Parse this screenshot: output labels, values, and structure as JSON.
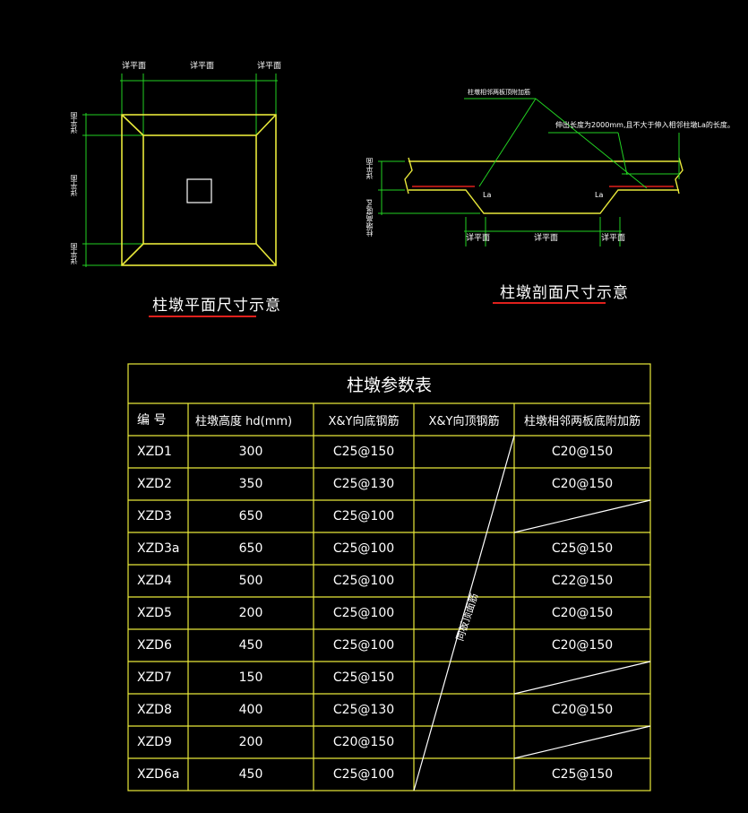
{
  "plan": {
    "caption": "柱墩平面尺寸示意",
    "top_labels": [
      "详平面",
      "详平面",
      "详平面"
    ],
    "left_labels": [
      "详平面",
      "详平面",
      "详平面"
    ]
  },
  "section": {
    "caption": "柱墩剖面尺寸示意",
    "note_rebar": "柱墩相邻两板顶附加筋",
    "note_length": "伸出长度为2000mm,且不大于伸入相邻柱墩La的长度。",
    "la_left": "La",
    "la_right": "La",
    "bottom_labels": [
      "详平面",
      "详平面",
      "详平面"
    ],
    "left_labels": [
      "详平面",
      "柱墩高度hd"
    ]
  },
  "table": {
    "title": "柱墩参数表",
    "headers": [
      "编  号",
      "柱墩高度 hd(mm)",
      "X&Y向底钢筋",
      "X&Y向顶钢筋",
      "柱墩相邻两板底附加筋"
    ],
    "diagonal_note": "同板顶面筋",
    "rows": [
      {
        "id": "XZD1",
        "height": "300",
        "bottom": "C25@150",
        "extra": "C20@150",
        "slash": false
      },
      {
        "id": "XZD2",
        "height": "350",
        "bottom": "C25@130",
        "extra": "C20@150",
        "slash": false
      },
      {
        "id": "XZD3",
        "height": "650",
        "bottom": "C25@100",
        "extra": "",
        "slash": true
      },
      {
        "id": "XZD3a",
        "height": "650",
        "bottom": "C25@100",
        "extra": "C25@150",
        "slash": false
      },
      {
        "id": "XZD4",
        "height": "500",
        "bottom": "C25@100",
        "extra": "C22@150",
        "slash": false
      },
      {
        "id": "XZD5",
        "height": "200",
        "bottom": "C25@100",
        "extra": "C20@150",
        "slash": false
      },
      {
        "id": "XZD6",
        "height": "450",
        "bottom": "C25@100",
        "extra": "C20@150",
        "slash": false
      },
      {
        "id": "XZD7",
        "height": "150",
        "bottom": "C25@150",
        "extra": "",
        "slash": true
      },
      {
        "id": "XZD8",
        "height": "400",
        "bottom": "C25@130",
        "extra": "C20@150",
        "slash": false
      },
      {
        "id": "XZD9",
        "height": "200",
        "bottom": "C20@150",
        "extra": "",
        "slash": true
      },
      {
        "id": "XZD6a",
        "height": "450",
        "bottom": "C25@100",
        "extra": "C25@150",
        "slash": false
      }
    ]
  },
  "colors": {
    "background": "#000000",
    "outline_yellow": "#e8e83a",
    "dimension_green": "#22d122",
    "rebar_red": "#e0201c",
    "text_white": "#ffffff"
  }
}
